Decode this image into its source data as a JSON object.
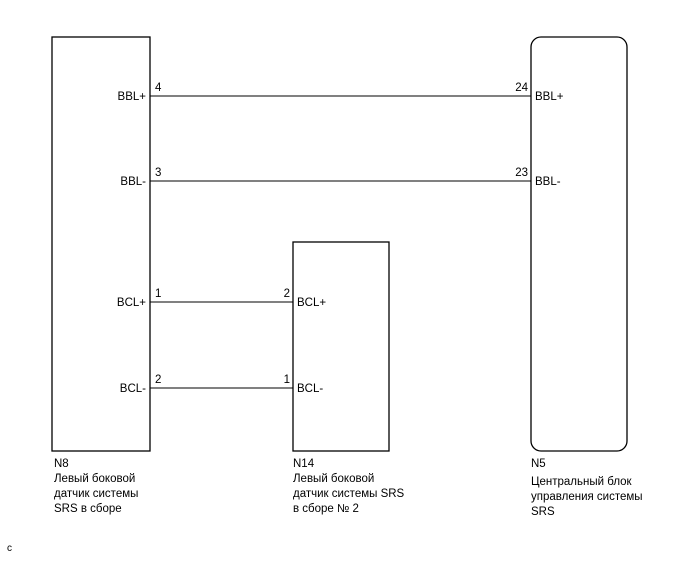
{
  "components": {
    "n8": {
      "code": "N8",
      "name_lines": [
        "Левый боковой",
        "датчик системы",
        "SRS в сборе"
      ]
    },
    "n14": {
      "code": "N14",
      "name_lines": [
        "Левый боковой",
        "датчик системы SRS",
        "в сборе № 2"
      ]
    },
    "n5": {
      "code": "N5",
      "name_lines": [
        "Центральный блок",
        "управления системы",
        "SRS"
      ]
    }
  },
  "connections": [
    {
      "from_signal": "BBL+",
      "from_pin": "4",
      "to_signal": "BBL+",
      "to_pin": "24"
    },
    {
      "from_signal": "BBL-",
      "from_pin": "3",
      "to_signal": "BBL-",
      "to_pin": "23"
    },
    {
      "from_signal": "BCL+",
      "from_pin": "1",
      "to_signal": "BCL+",
      "to_pin": "2"
    },
    {
      "from_signal": "BCL-",
      "from_pin": "2",
      "to_signal": "BCL-",
      "to_pin": "1"
    }
  ],
  "footer_mark": "c"
}
